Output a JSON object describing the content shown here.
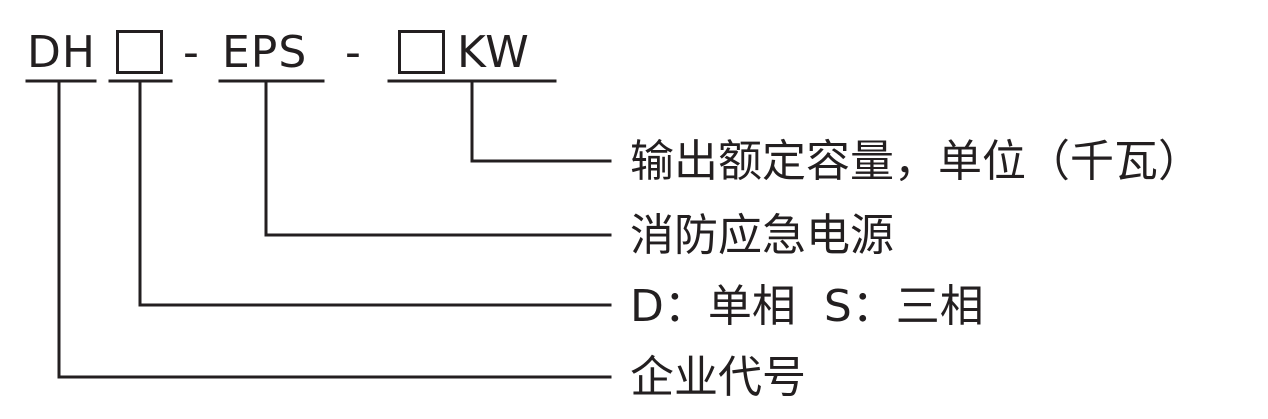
{
  "model_code": {
    "prefix": "DH",
    "dash1": "-",
    "eps": "EPS",
    "dash2": "-",
    "unit": "KW"
  },
  "descriptions": {
    "capacity": "输出额定容量，单位（千瓦）",
    "eps_meaning": "消防应急电源",
    "phase": "D：单相  S：三相",
    "company": "企业代号"
  }
}
